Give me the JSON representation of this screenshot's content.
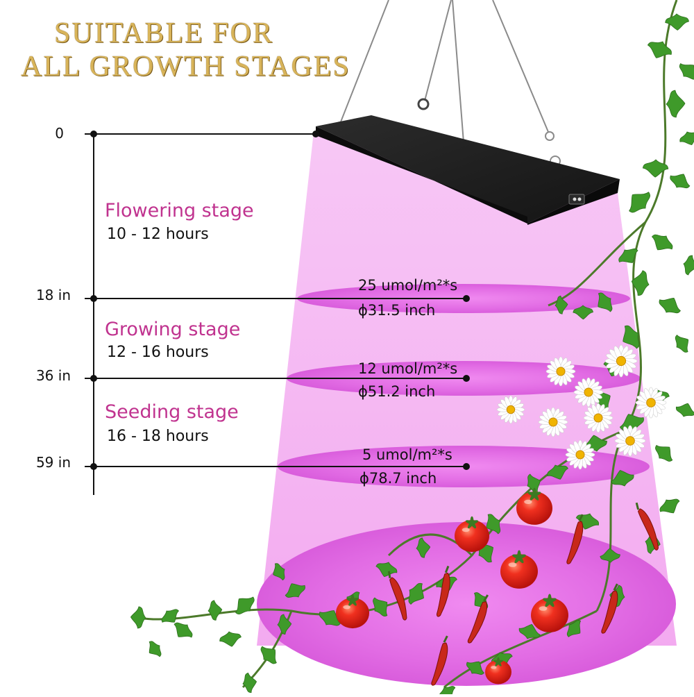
{
  "headline": {
    "line1": "SUITABLE FOR",
    "line2": "ALL GROWTH STAGES"
  },
  "scale": {
    "labels": [
      "0",
      "18 in",
      "36 in",
      "59 in"
    ]
  },
  "stages": [
    {
      "name": "Flowering stage",
      "hours": "10 - 12 hours"
    },
    {
      "name": "Growing stage",
      "hours": "12 - 16 hours"
    },
    {
      "name": "Seeding stage",
      "hours": "16 - 18 hours"
    }
  ],
  "levels": [
    {
      "ppfd": "25 umol/m²*s",
      "diameter": "ϕ31.5 inch"
    },
    {
      "ppfd": "12 umol/m²*s",
      "diameter": "ϕ51.2 inch"
    },
    {
      "ppfd": "5  umol/m²*s",
      "diameter": "ϕ78.7 inch"
    }
  ],
  "colors": {
    "headline_gold": "#d8b45a",
    "stage_magenta": "#c0338f",
    "light_beam": "#f4b8f2",
    "light_spot": "#e36ee6",
    "leaf_green": "#3f9a2a",
    "tomato_red": "#e0211b",
    "pepper_red": "#c8281a",
    "daisy_white": "#ffffff",
    "daisy_center": "#f0b400"
  },
  "icons": [
    "grow-light-panel",
    "hanging-wire",
    "ivy-vine",
    "tomato",
    "chili-pepper",
    "daisy-flower"
  ]
}
